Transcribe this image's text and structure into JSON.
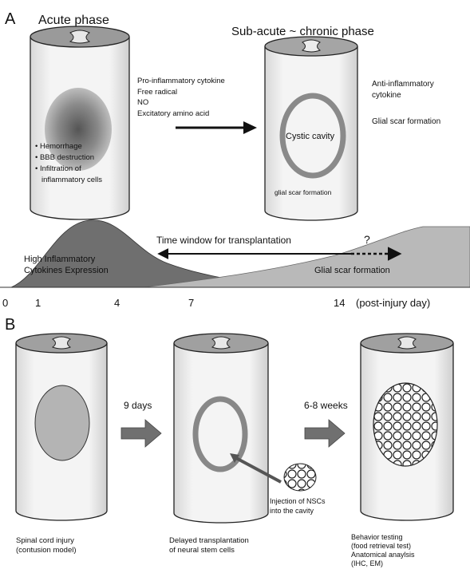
{
  "panel_a": {
    "label": "A",
    "acute_title": "Acute phase",
    "chronic_title": "Sub-acute ~ chronic phase",
    "acute_bullets": [
      "• Hemorrhage",
      "• BBB destruction",
      "• Infiltration of",
      "inflammatory cells"
    ],
    "arrow_text": [
      "Pro-inflammatory cytokine",
      "Free radical",
      "NO",
      "Excitatory amino acid"
    ],
    "cyst_label": "Cystic cavity",
    "glial_inside": "glial scar formation",
    "right_text": [
      "Anti-inflammatory",
      "cytokine",
      "Glial scar formation"
    ],
    "time_window": "Time window for transplantation",
    "question": "?",
    "inflammation_label": [
      "High Inflammatory",
      "Cytokines Expression"
    ],
    "glial_curve_label": "Glial scar formation",
    "ticks": [
      "0",
      "1",
      "4",
      "7",
      "14"
    ],
    "axis_unit": "(post-injury day)"
  },
  "panel_b": {
    "label": "B",
    "step1": "9 days",
    "step2": "6-8 weeks",
    "injection": [
      "Injection of NSCs",
      "into the cavity"
    ],
    "cap1": [
      "Spinal cord injury",
      "(contusion model)"
    ],
    "cap2": [
      "Delayed transplantation",
      "of neural stem cells"
    ],
    "cap3": [
      "Behavior testing",
      "(food retrieval test)",
      "Anatomical anaylsis",
      "(IHC, EM)"
    ]
  }
}
